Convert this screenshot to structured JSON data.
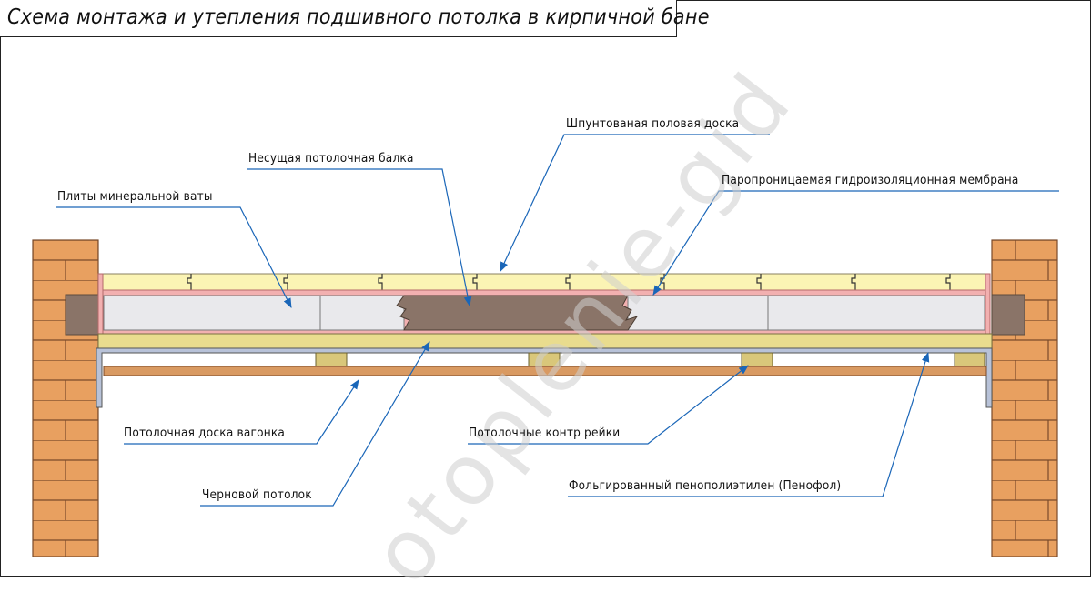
{
  "title": "Схема монтажа и утепления подшивного потолка в кирпичной бане",
  "watermark": "otoplenie-gid",
  "labels": {
    "tongue_groove_floor_board": "Шпунтованая половая доска",
    "load_bearing_beam": "Несущая потолочная балка",
    "mineral_wool_slabs": "Плиты минеральной ваты",
    "vapor_permeable_membrane": "Паропроницаемая гидроизоляционная мембрана",
    "ceiling_clapboard": "Потолочная доска вагонка",
    "ceiling_counter_battens": "Потолочные контр рейки",
    "rough_ceiling": "Черновой потолок",
    "foil_polyethylene_foam": "Фольгированный пенополиэтилен (Пенофол)"
  },
  "colors": {
    "brick": "#e8a060",
    "brick_mortar": "#6b5a4a",
    "beam_dark": "#8a7468",
    "floor_board": "#fbf4b4",
    "membrane": "#f2b0b0",
    "wool": "#e9e9ec",
    "rough_ceiling": "#e9dc8e",
    "batten": "#d9c77a",
    "clapboard": "#d99a62",
    "foil": "#b8c2d8",
    "leader": "#1a66b8"
  }
}
